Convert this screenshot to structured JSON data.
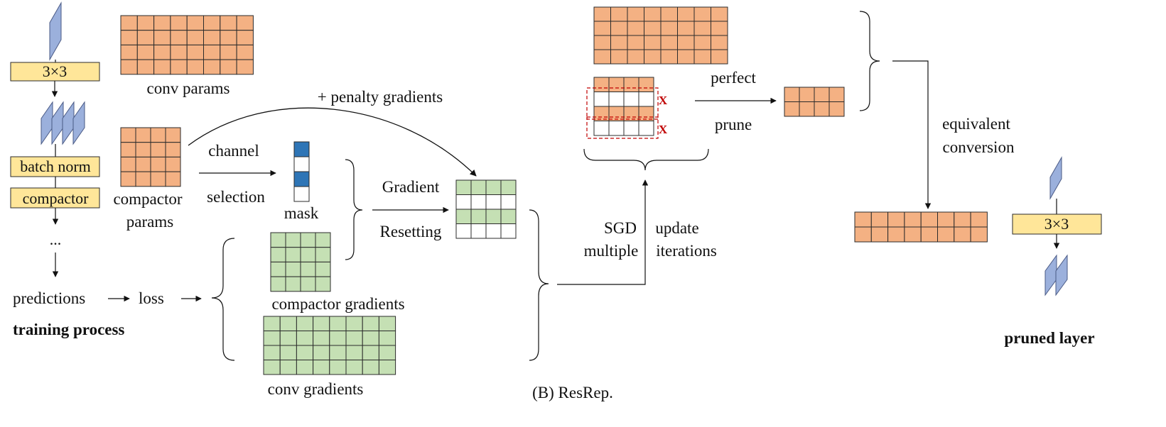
{
  "colors": {
    "orange": "#f4b183",
    "orange_stroke": "#2b2b2b",
    "green": "#c5e0b4",
    "blue_shape": "#9bb0dc",
    "blue_stroke": "#4a5a85",
    "yellow": "#ffe699",
    "mask_blue": "#2e75b6",
    "prune_red": "#c00000",
    "line": "#111111"
  },
  "training": {
    "layer_3x3": "3×3",
    "batch_norm": "batch norm",
    "compactor": "compactor",
    "ellipsis": "...",
    "predictions": "predictions",
    "loss": "loss",
    "title": "training process"
  },
  "params": {
    "conv_params": "conv params",
    "compactor_params_1": "compactor",
    "compactor_params_2": "params",
    "penalty": "+ penalty gradients",
    "channel": "channel",
    "selection": "selection",
    "mask": "mask"
  },
  "gradients": {
    "compactor_gradients": "compactor gradients",
    "conv_gradients": "conv gradients",
    "gradient": "Gradient",
    "resetting": "Resetting"
  },
  "update": {
    "sgd": "SGD",
    "update": "update",
    "multiple": "multiple",
    "iterations": "iterations"
  },
  "prune_stage": {
    "perfect": "perfect",
    "prune": "prune",
    "mark": "X",
    "equivalent": "equivalent",
    "conversion": "conversion"
  },
  "pruned": {
    "layer_3x3": "3×3",
    "title": "pruned layer"
  },
  "caption": "(B) ResRep."
}
